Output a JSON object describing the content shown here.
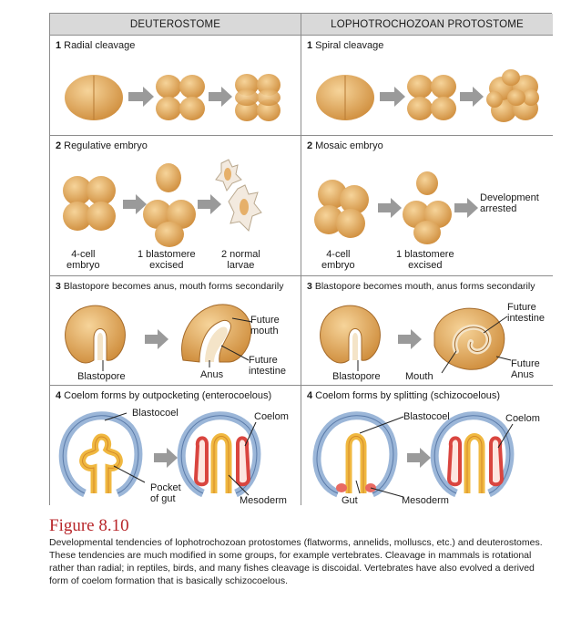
{
  "columns": {
    "left": "DEUTEROSTOME",
    "right": "LOPHOTROCHOZOAN PROTOSTOME"
  },
  "rows": {
    "cleavage": {
      "left": {
        "num": "1",
        "title": "Radial cleavage"
      },
      "right": {
        "num": "1",
        "title": "Spiral cleavage"
      }
    },
    "embryo": {
      "left": {
        "num": "2",
        "title": "Regulative embryo",
        "labels": {
          "four_cell": "4-cell\nembryo",
          "one_blastomere": "1 blastomere\nexcised",
          "normal_larvae": "2 normal\nlarvae"
        }
      },
      "right": {
        "num": "2",
        "title": "Mosaic embryo",
        "labels": {
          "four_cell": "4-cell\nembryo",
          "one_blastomere": "1 blastomere\nexcised",
          "arrested": "Development\narrested"
        }
      }
    },
    "blastopore": {
      "left": {
        "num": "3",
        "title": "Blastopore becomes anus, mouth forms secondarily",
        "labels": {
          "future_mouth": "Future\nmouth",
          "future_intestine": "Future\nintestine",
          "anus": "Anus",
          "blastopore": "Blastopore"
        }
      },
      "right": {
        "num": "3",
        "title": "Blastopore becomes mouth, anus forms secondarily",
        "labels": {
          "future_intestine": "Future\nintestine",
          "future_anus": "Future\nAnus",
          "mouth": "Mouth",
          "blastopore": "Blastopore"
        }
      }
    },
    "coelom": {
      "left": {
        "num": "4",
        "title": "Coelom forms by outpocketing (enterocoelous)",
        "labels": {
          "blastocoel": "Blastocoel",
          "coelom": "Coelom",
          "pocket_of_gut": "Pocket\nof gut",
          "mesoderm": "Mesoderm"
        }
      },
      "right": {
        "num": "4",
        "title": "Coelom forms by splitting (schizocoelous)",
        "labels": {
          "blastocoel": "Blastocoel",
          "coelom": "Coelom",
          "gut": "Gut",
          "mesoderm": "Mesoderm"
        }
      }
    }
  },
  "figure": {
    "title": "Figure 8.10",
    "caption": "Developmental tendencies of lophotrochozoan protostomes (flatworms, annelids, molluscs, etc.) and deuterostomes. These tendencies are much modified in some groups, for example vertebrates. Cleavage in mammals is rotational rather than radial; in reptiles, birds, and many fishes cleavage is discoidal. Vertebrates have also evolved a derived form of coelom formation that is basically schizocoelous."
  },
  "colors": {
    "cell_fill": "#e7a95a",
    "cell_shade": "#c98a3c",
    "coelom_blue": "#9bb6d8",
    "mesoderm_red": "#d9453f",
    "arrow_gray": "#9a9a9a",
    "header_gray": "#d9d9d9",
    "figure_red": "#b8262a"
  }
}
